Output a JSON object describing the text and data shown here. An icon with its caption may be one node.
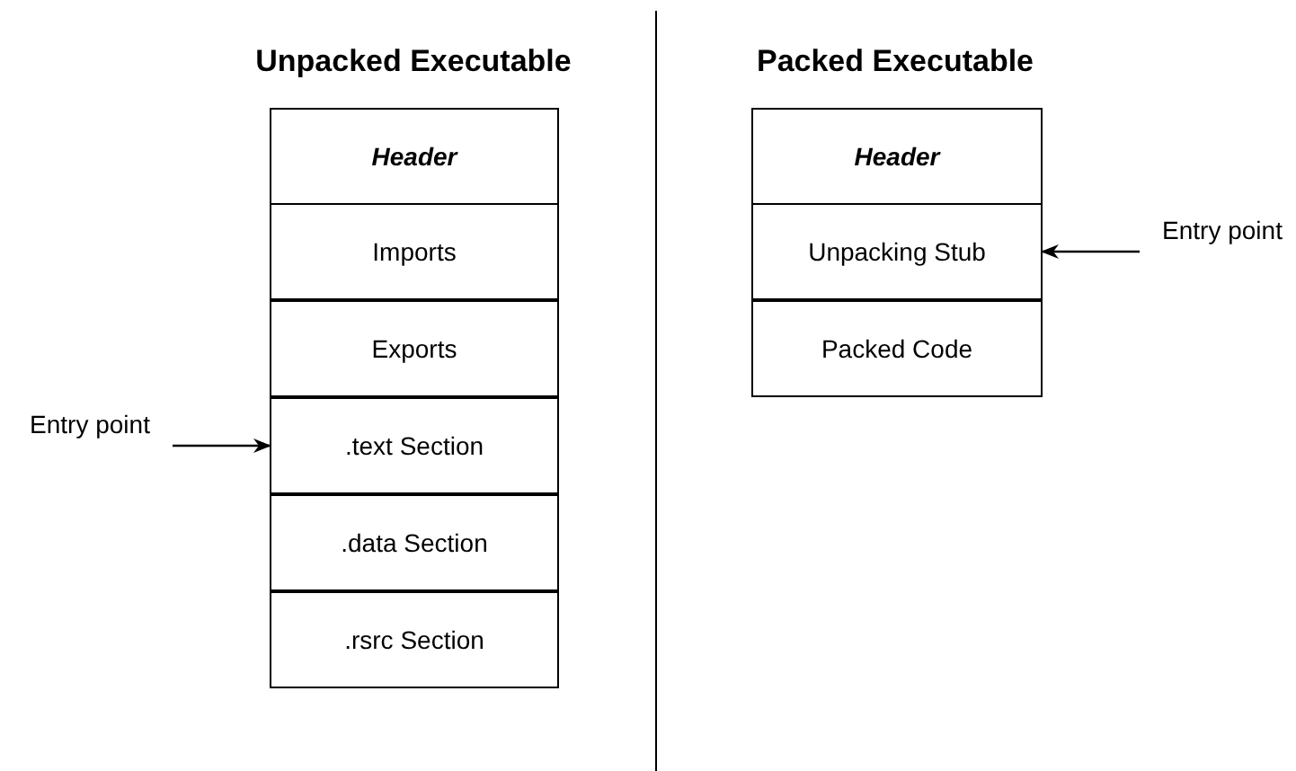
{
  "diagram": {
    "nodes": [
      {
        "text": [
          "Header"
        ]
      },
      {
        "text": [
          "Imports"
        ]
      },
      {
        "text": [
          "Exports"
        ]
      },
      {
        "text": [
          ".text Section"
        ]
      },
      {
        "text": [
          ".data Section"
        ]
      },
      {
        "text": [
          ".rsrc Section"
        ]
      },
      {
        "text": [
          "Header"
        ]
      },
      {
        "text": [
          "Unpacking Stub"
        ]
      },
      {
        "text": [
          "Packed Code"
        ]
      },
      {
        "text": [
          "Entry point"
        ]
      },
      {
        "text": [
          "Entry point"
        ]
      }
    ],
    "edges": [
      {
        "from": 9,
        "to": 3,
        "arrow": "to"
      },
      {
        "from": 10,
        "to": 7,
        "arrow": "to"
      }
    ],
    "labels": [
      "Unpacked Executable",
      "Packed Executable"
    ]
  }
}
